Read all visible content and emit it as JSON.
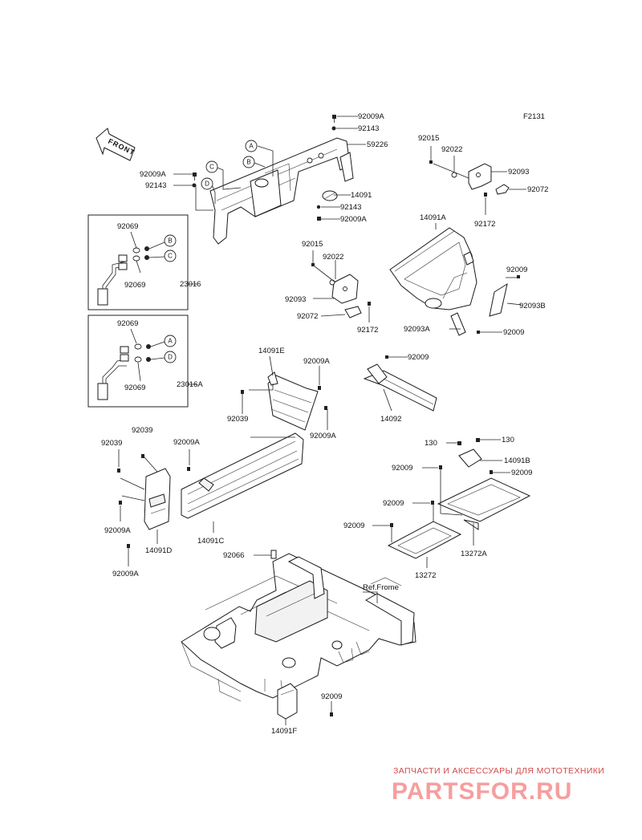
{
  "header": {
    "figure_code": "F2131"
  },
  "front_arrow": {
    "label": "FRONT"
  },
  "ref_label": "Ref.Frome",
  "callouts": [
    "A",
    "B",
    "C",
    "D"
  ],
  "parts": {
    "p92009A_top": "92009A",
    "p92143_top": "92143",
    "p59226": "59226",
    "p92009A_left": "92009A",
    "p92143_left": "92143",
    "p14091": "14091",
    "p92143_mid": "92143",
    "p92009A_mid": "92009A",
    "p92015_r": "92015",
    "p92022_r": "92022",
    "p92093_r": "92093",
    "p92072_r": "92072",
    "p92172_r": "92172",
    "p14091A": "14091A",
    "p92015_c": "92015",
    "p92022_c": "92022",
    "p92093_c": "92093",
    "p92072_c": "92072",
    "p92172_c": "92172",
    "p92009_r1": "92009",
    "p92093B": "92093B",
    "p92093A": "92093A",
    "p92009_r2": "92009",
    "p92069_a": "92069",
    "p92069_b": "92069",
    "p23016": "23016",
    "p92069_c": "92069",
    "p92069_d": "92069",
    "p23016A": "23016A",
    "p14091E": "14091E",
    "p92009A_e": "92009A",
    "p92039_e": "92039",
    "p92009A_e2": "92009A",
    "p92009_92": "92009",
    "p14092": "14092",
    "p92039_l1": "92039",
    "p92039_l2": "92039",
    "p92009A_c": "92009A",
    "p92009A_d1": "92009A",
    "p14091D": "14091D",
    "p92009A_d2": "92009A",
    "p14091C": "14091C",
    "p130_a": "130",
    "p130_b": "130",
    "p14091B": "14091B",
    "p92009_b1": "92009",
    "p92009_b2": "92009",
    "p92009_b3": "92009",
    "p92009_b4": "92009",
    "p13272A": "13272A",
    "p13272": "13272",
    "p92066": "92066",
    "p92009_f": "92009",
    "p14091F": "14091F"
  },
  "watermark": {
    "tagline": "ЗАПЧАСТИ И АКСЕССУАРЫ ДЛЯ МОТОТЕХНИКИ",
    "brand": "PARTSFOR.RU"
  }
}
